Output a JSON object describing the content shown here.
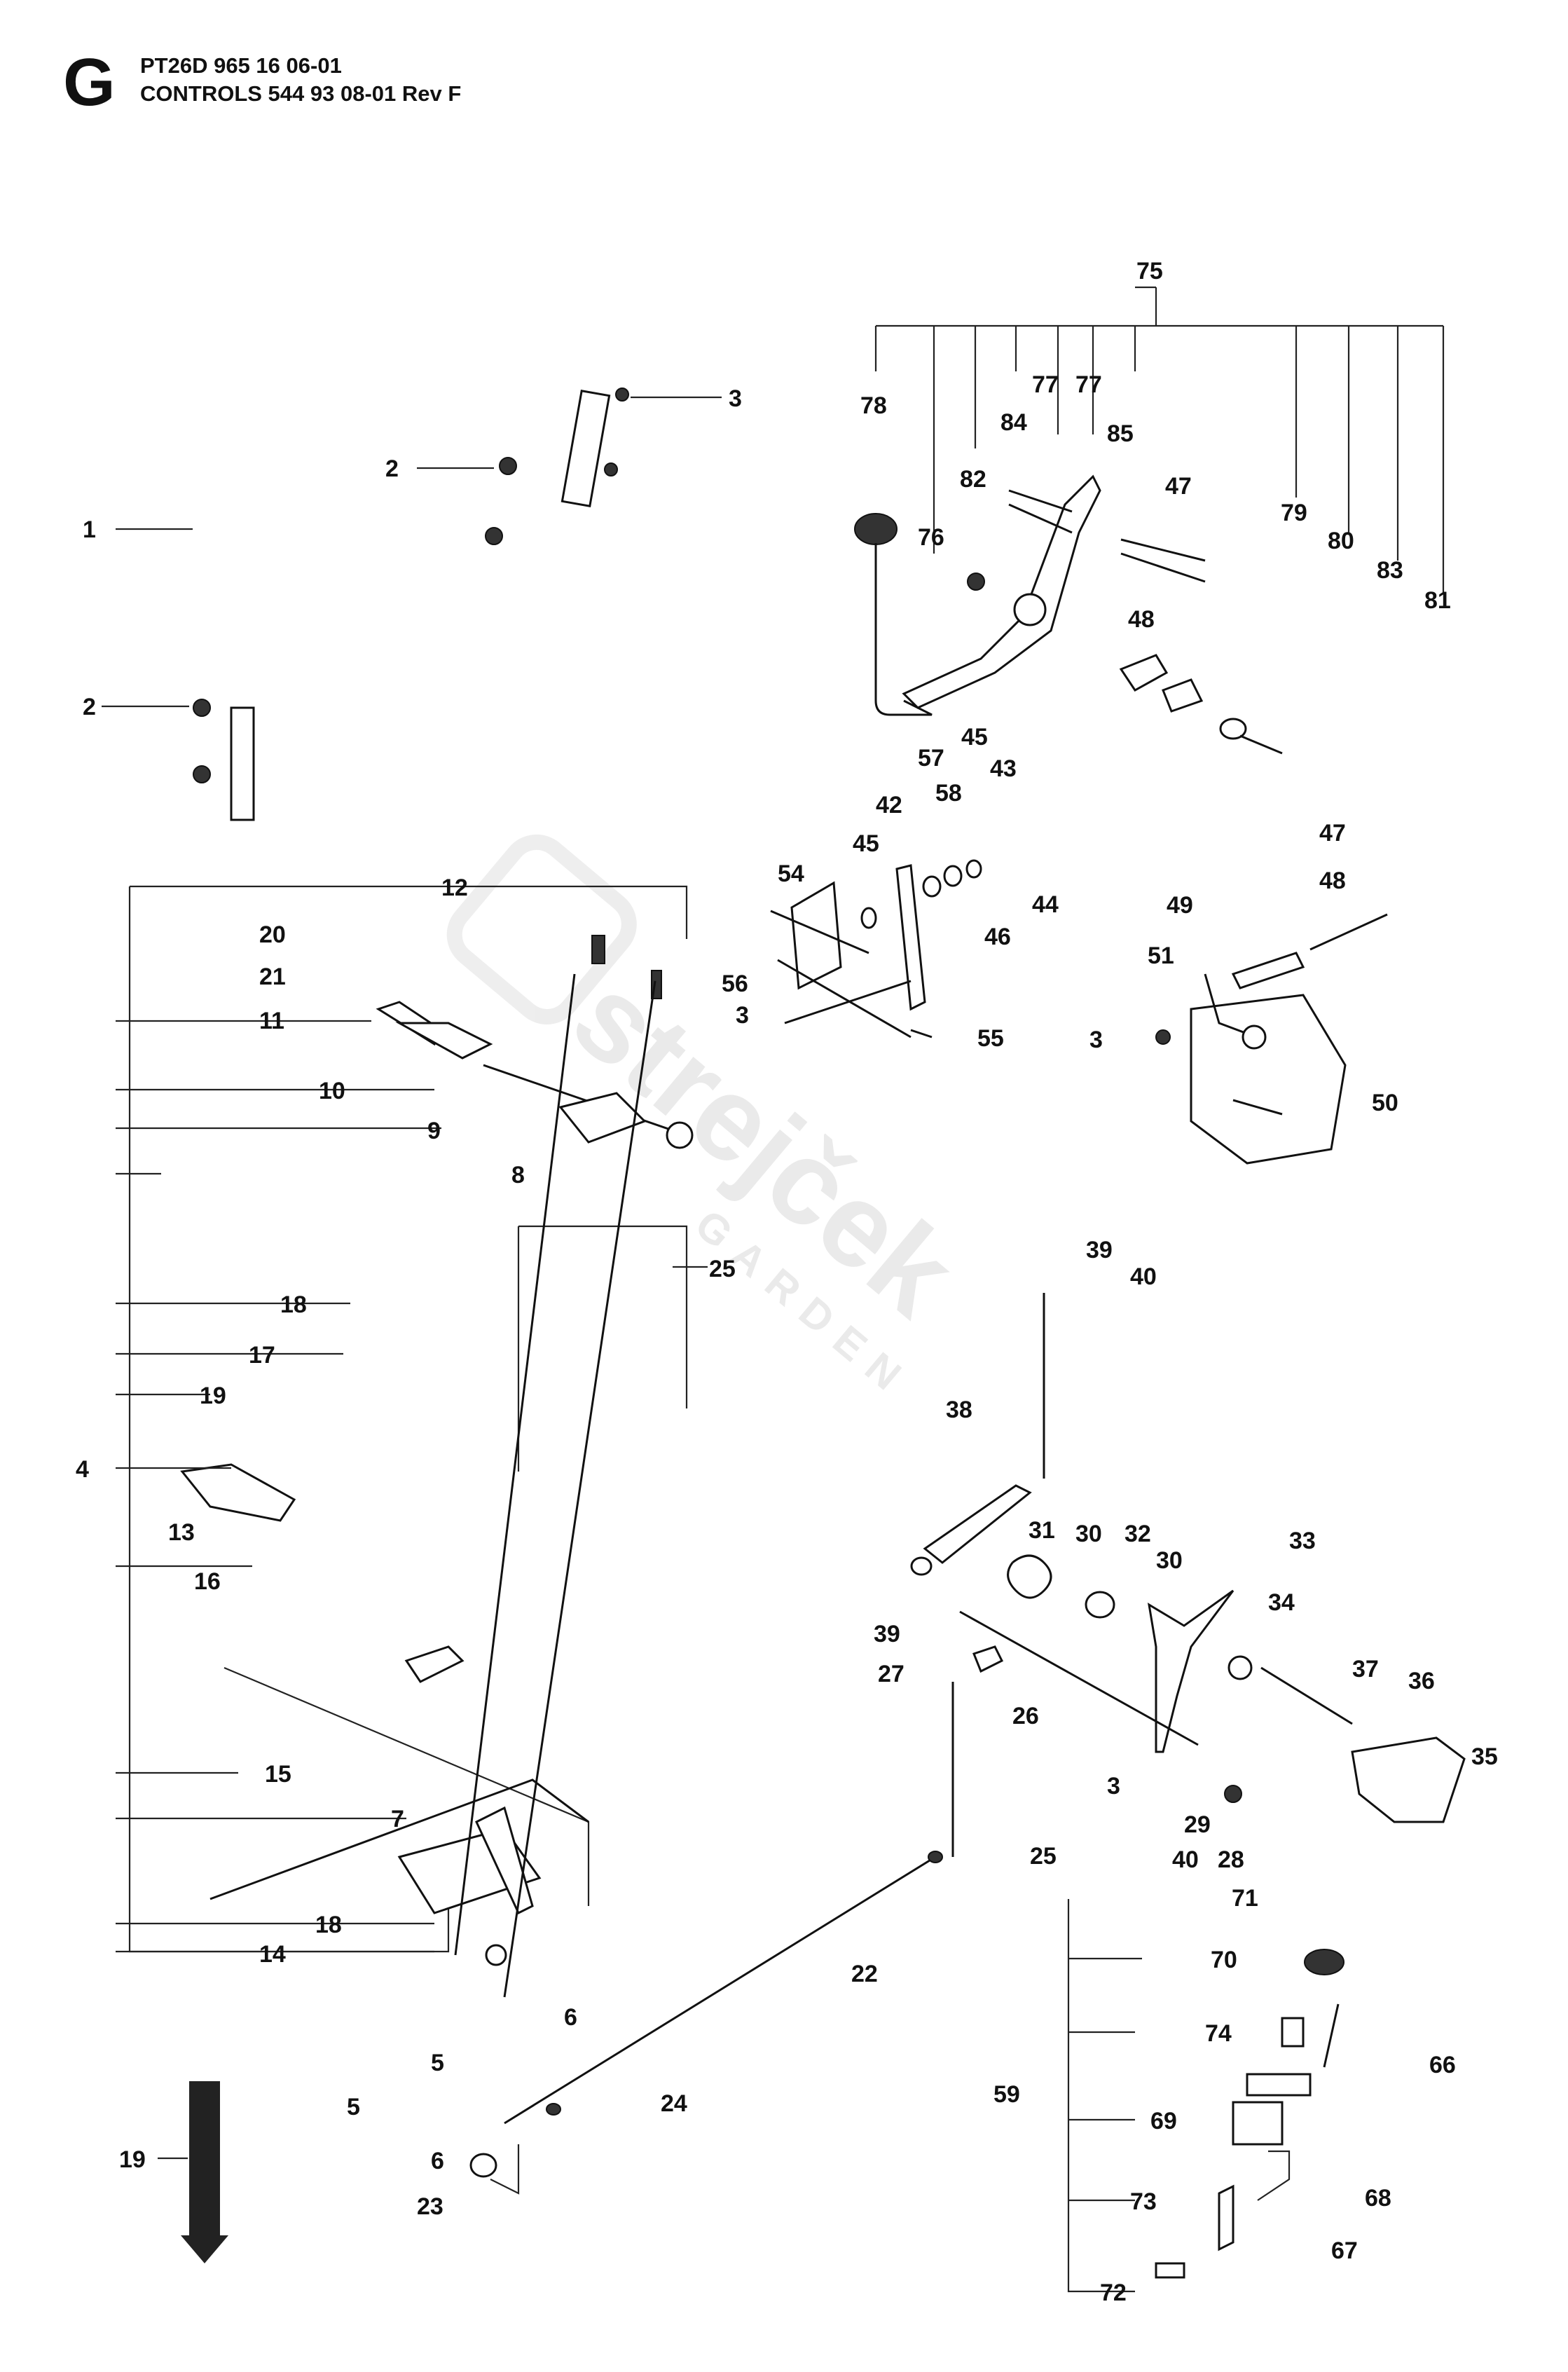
{
  "header": {
    "section_letter": "G",
    "line1": "PT26D 965 16 06-01",
    "line2": "CONTROLS 544 93 08-01 Rev F"
  },
  "watermark": {
    "brand": "strejček",
    "sub": "GARDEN"
  },
  "callouts": [
    {
      "id": "c1",
      "text": "1"
    },
    {
      "id": "c2a",
      "text": "2"
    },
    {
      "id": "c2b",
      "text": "2"
    },
    {
      "id": "c3a",
      "text": "3"
    },
    {
      "id": "c75",
      "text": "75"
    },
    {
      "id": "c78",
      "text": "78"
    },
    {
      "id": "c77a",
      "text": "77"
    },
    {
      "id": "c77b",
      "text": "77"
    },
    {
      "id": "c84",
      "text": "84"
    },
    {
      "id": "c85",
      "text": "85"
    },
    {
      "id": "c82",
      "text": "82"
    },
    {
      "id": "c47a",
      "text": "47"
    },
    {
      "id": "c76",
      "text": "76"
    },
    {
      "id": "c79",
      "text": "79"
    },
    {
      "id": "c80",
      "text": "80"
    },
    {
      "id": "c83",
      "text": "83"
    },
    {
      "id": "c81",
      "text": "81"
    },
    {
      "id": "c48a",
      "text": "48"
    },
    {
      "id": "c45a",
      "text": "45"
    },
    {
      "id": "c57",
      "text": "57"
    },
    {
      "id": "c43",
      "text": "43"
    },
    {
      "id": "c42",
      "text": "42"
    },
    {
      "id": "c58",
      "text": "58"
    },
    {
      "id": "c45b",
      "text": "45"
    },
    {
      "id": "c54",
      "text": "54"
    },
    {
      "id": "c44",
      "text": "44"
    },
    {
      "id": "c46",
      "text": "46"
    },
    {
      "id": "c56",
      "text": "56"
    },
    {
      "id": "c3b",
      "text": "3"
    },
    {
      "id": "c55",
      "text": "55"
    },
    {
      "id": "c47b",
      "text": "47"
    },
    {
      "id": "c48b",
      "text": "48"
    },
    {
      "id": "c49",
      "text": "49"
    },
    {
      "id": "c51",
      "text": "51"
    },
    {
      "id": "c3c",
      "text": "3"
    },
    {
      "id": "c50",
      "text": "50"
    },
    {
      "id": "c12",
      "text": "12"
    },
    {
      "id": "c20",
      "text": "20"
    },
    {
      "id": "c21",
      "text": "21"
    },
    {
      "id": "c11",
      "text": "11"
    },
    {
      "id": "c10",
      "text": "10"
    },
    {
      "id": "c9",
      "text": "9"
    },
    {
      "id": "c8",
      "text": "8"
    },
    {
      "id": "c25a",
      "text": "25"
    },
    {
      "id": "c18a",
      "text": "18"
    },
    {
      "id": "c17",
      "text": "17"
    },
    {
      "id": "c19a",
      "text": "19"
    },
    {
      "id": "c4",
      "text": "4"
    },
    {
      "id": "c13",
      "text": "13"
    },
    {
      "id": "c16",
      "text": "16"
    },
    {
      "id": "c15",
      "text": "15"
    },
    {
      "id": "c7",
      "text": "7"
    },
    {
      "id": "c18b",
      "text": "18"
    },
    {
      "id": "c14",
      "text": "14"
    },
    {
      "id": "c6a",
      "text": "6"
    },
    {
      "id": "c5a",
      "text": "5"
    },
    {
      "id": "c5b",
      "text": "5"
    },
    {
      "id": "c6b",
      "text": "6"
    },
    {
      "id": "c19b",
      "text": "19"
    },
    {
      "id": "c23",
      "text": "23"
    },
    {
      "id": "c24",
      "text": "24"
    },
    {
      "id": "c22",
      "text": "22"
    },
    {
      "id": "c25b",
      "text": "25"
    },
    {
      "id": "c39a",
      "text": "39"
    },
    {
      "id": "c40a",
      "text": "40"
    },
    {
      "id": "c38",
      "text": "38"
    },
    {
      "id": "c31",
      "text": "31"
    },
    {
      "id": "c30a",
      "text": "30"
    },
    {
      "id": "c32",
      "text": "32"
    },
    {
      "id": "c30b",
      "text": "30"
    },
    {
      "id": "c33",
      "text": "33"
    },
    {
      "id": "c34",
      "text": "34"
    },
    {
      "id": "c39b",
      "text": "39"
    },
    {
      "id": "c27",
      "text": "27"
    },
    {
      "id": "c26",
      "text": "26"
    },
    {
      "id": "c37",
      "text": "37"
    },
    {
      "id": "c36",
      "text": "36"
    },
    {
      "id": "c35",
      "text": "35"
    },
    {
      "id": "c3d",
      "text": "3"
    },
    {
      "id": "c29",
      "text": "29"
    },
    {
      "id": "c28",
      "text": "28"
    },
    {
      "id": "c40b",
      "text": "40"
    },
    {
      "id": "c71",
      "text": "71"
    },
    {
      "id": "c70",
      "text": "70"
    },
    {
      "id": "c74",
      "text": "74"
    },
    {
      "id": "c66",
      "text": "66"
    },
    {
      "id": "c59",
      "text": "59"
    },
    {
      "id": "c69",
      "text": "69"
    },
    {
      "id": "c68",
      "text": "68"
    },
    {
      "id": "c73",
      "text": "73"
    },
    {
      "id": "c67",
      "text": "67"
    },
    {
      "id": "c72",
      "text": "72"
    }
  ]
}
